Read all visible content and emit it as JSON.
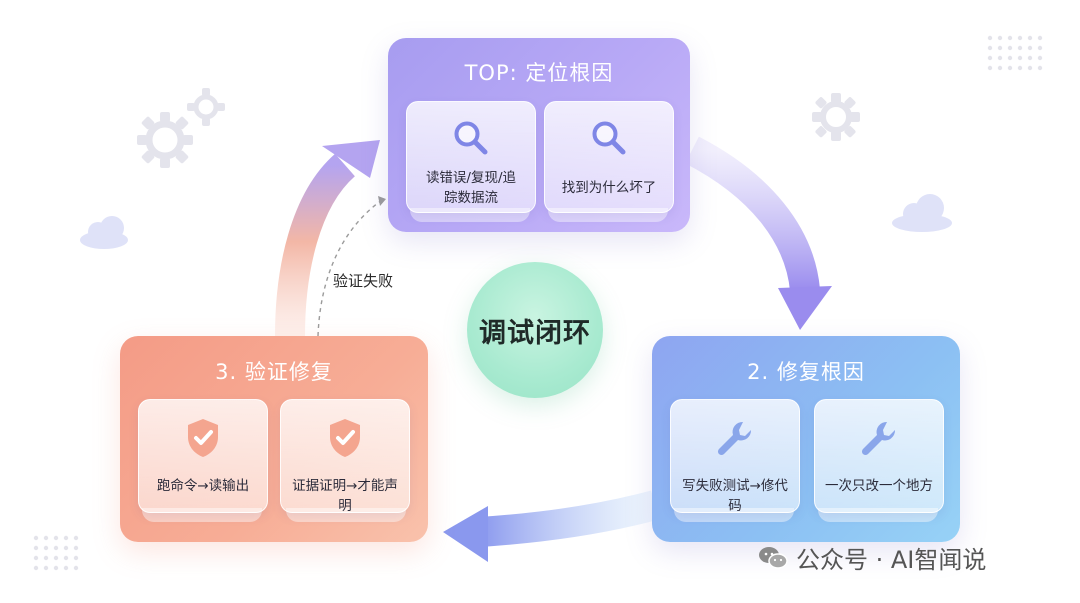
{
  "diagram": {
    "center": {
      "label": "调试闭环"
    },
    "fail_path": {
      "label": "验证失败"
    },
    "top_card": {
      "title": "TOP: 定位根因",
      "tiles": [
        {
          "icon": "magnifier-icon",
          "line1": "读错误/复现/追",
          "line2": "踪数据流"
        },
        {
          "icon": "magnifier-icon",
          "line1": "找到为什么坏了",
          "line2": ""
        }
      ]
    },
    "right_card": {
      "title": "2. 修复根因",
      "tiles": [
        {
          "icon": "wrench-icon",
          "line1": "写失败测试→修代码"
        },
        {
          "icon": "wrench-icon",
          "line1": "一次只改一个地方"
        }
      ]
    },
    "left_card": {
      "title": "3. 验证修复",
      "tiles": [
        {
          "icon": "shield-check-icon",
          "line1": "跑命令→读输出"
        },
        {
          "icon": "shield-check-icon",
          "line1": "证据证明→才能声明"
        }
      ]
    },
    "colors": {
      "top": "#b3a5f4",
      "right": "#8fb8f2",
      "left": "#f6a690",
      "center": "#a8ead0"
    }
  },
  "watermark": {
    "text": "公众号 · AI智闻说",
    "icon": "wechat-icon"
  }
}
